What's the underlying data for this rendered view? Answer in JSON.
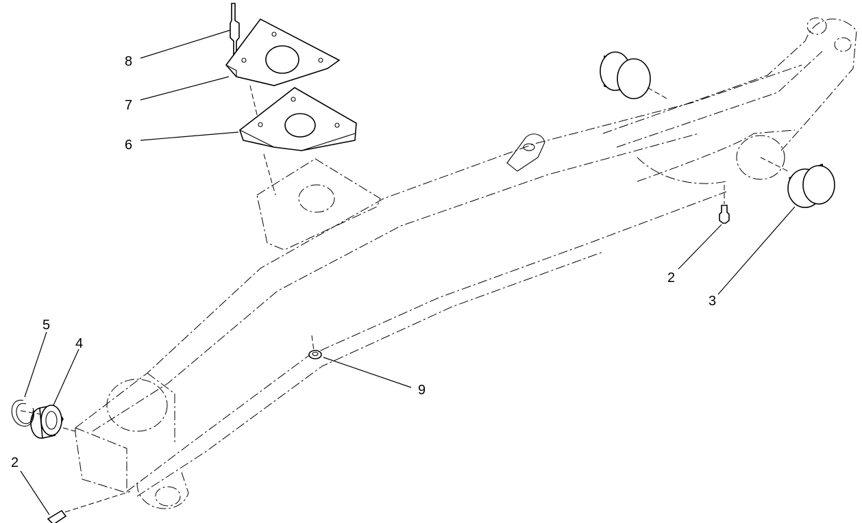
{
  "callouts": [
    {
      "id": "c8",
      "label": "8"
    },
    {
      "id": "c7",
      "label": "7"
    },
    {
      "id": "c6",
      "label": "6"
    },
    {
      "id": "c5",
      "label": "5"
    },
    {
      "id": "c4",
      "label": "4"
    },
    {
      "id": "c2a",
      "label": "2"
    },
    {
      "id": "c2b",
      "label": "2"
    },
    {
      "id": "c3",
      "label": "3"
    },
    {
      "id": "c9",
      "label": "9"
    }
  ]
}
